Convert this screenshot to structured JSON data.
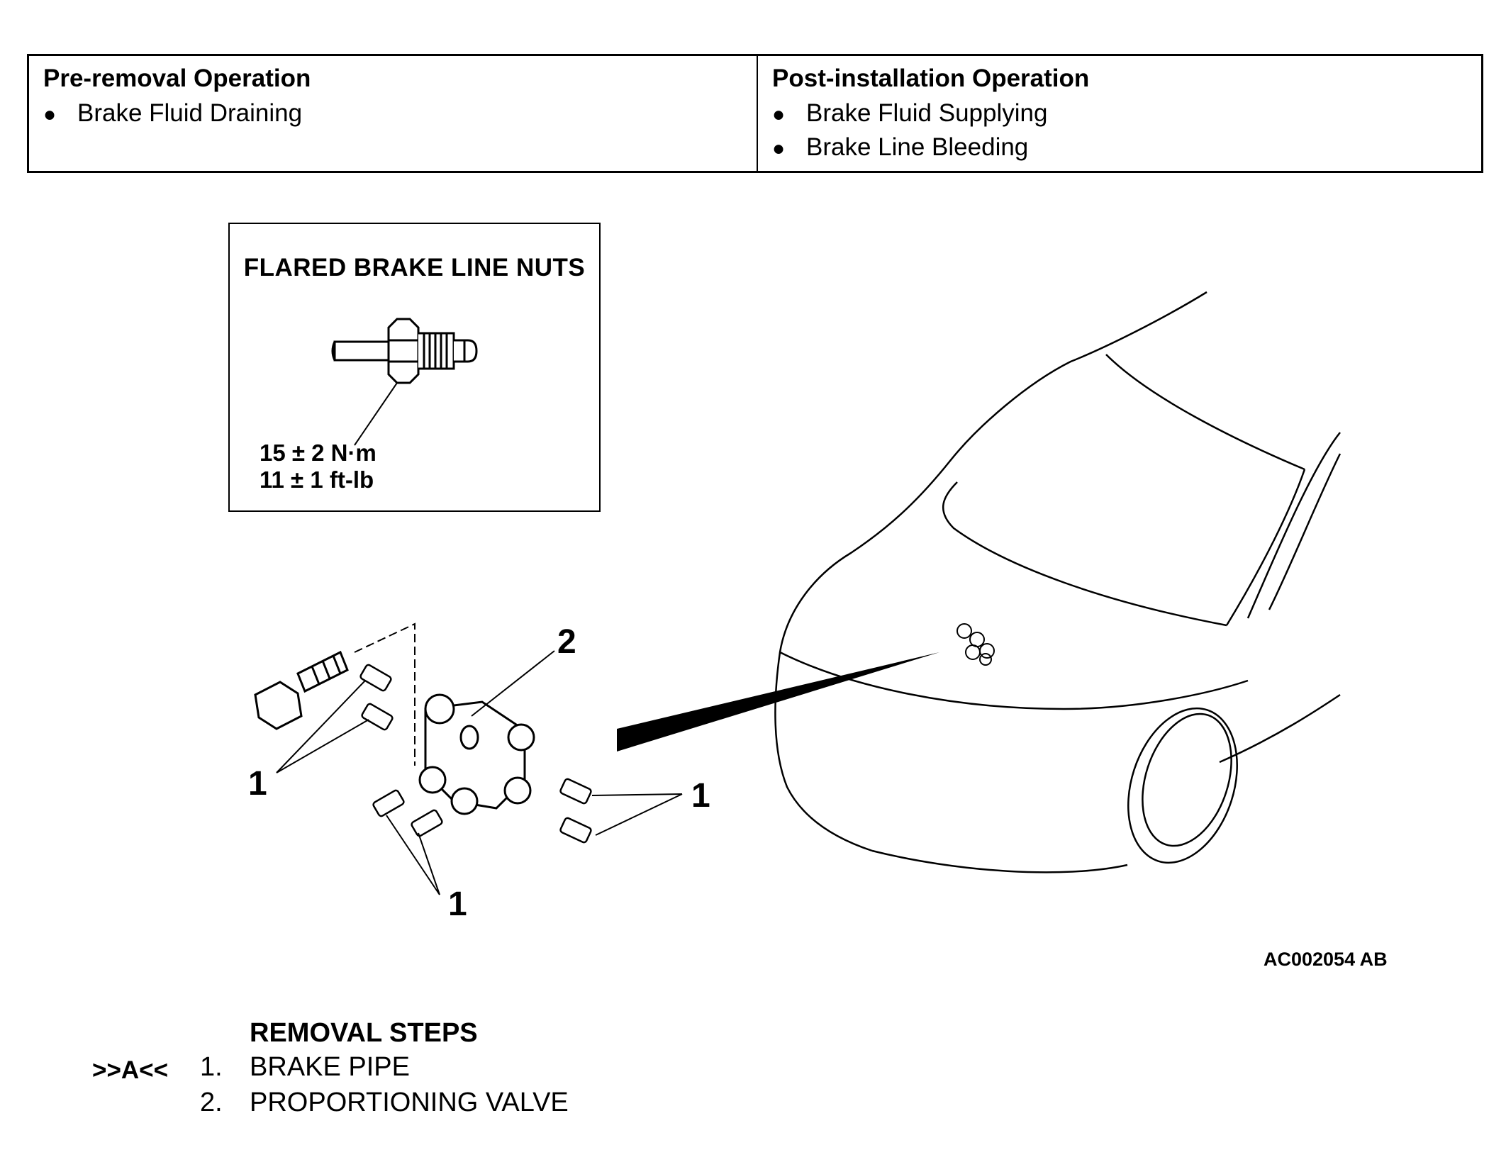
{
  "operations": {
    "pre_removal": {
      "title": "Pre-removal Operation",
      "items": [
        "Brake Fluid Draining"
      ]
    },
    "post_installation": {
      "title": "Post-installation Operation",
      "items": [
        "Brake Fluid Supplying",
        "Brake Line Bleeding"
      ]
    }
  },
  "torque_box": {
    "title": "FLARED BRAKE LINE NUTS",
    "torque_metric": "15 ± 2 N·m",
    "torque_imperial": "11 ± 1 ft-lb"
  },
  "callouts": {
    "brake_pipe": "1",
    "proportioning_valve": "2"
  },
  "figure_code": "AC002054 AB",
  "removal_steps": {
    "heading": "REMOVAL STEPS",
    "reference_mark": ">>A<<",
    "steps": [
      {
        "number": "1.",
        "label": "BRAKE PIPE"
      },
      {
        "number": "2.",
        "label": "PROPORTIONING VALVE"
      }
    ]
  }
}
